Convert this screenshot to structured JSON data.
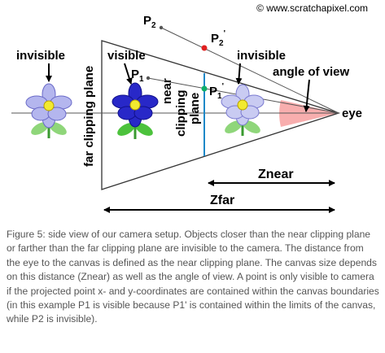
{
  "copyright": "© www.scratchapixel.com",
  "labels": {
    "p2": "P",
    "p2_sub": "2",
    "p2_prime": "P",
    "p2_prime_sub": "2",
    "p2_prime_mark": "'",
    "p1": "P",
    "p1_sub": "1",
    "p1_prime": "P",
    "p1_prime_sub": "1",
    "p1_prime_mark": "'",
    "invisible_left": "invisible",
    "visible": "visible",
    "invisible_right": "invisible",
    "angle_of_view": "angle of view",
    "eye": "eye",
    "far_clipping_plane": "far clipping plane",
    "near_clipping_plane_line1": "near",
    "near_clipping_plane_line2": "clipping",
    "near_clipping_plane_line3": "plane",
    "znear": "Znear",
    "zfar": "Zfar"
  },
  "colors": {
    "frustum_stroke": "#333333",
    "near_plane": "#1e88c8",
    "angle_fill": "#f7a0a0",
    "point_marker": "#e02020",
    "petal_light": "#b4b6ee",
    "petal_dark": "#2828c8",
    "petal_pale": "#c9cbf2",
    "flower_center": "#f2ea30",
    "leaf": "#8fd67a",
    "stem": "#3a9a30"
  },
  "caption": "Figure 5: side view of our camera setup. Objects closer than the near clipping plane or farther than the far clipping plane are invisible to the camera. The distance from the eye to the canvas is defined as the near clipping plane. The canvas size depends on this distance (Znear) as well as the angle of view. A point is only visible to camera if the projected point x- and y-coordinates are contained within the canvas boundaries (in this example P1 is visible because P1' is contained within the limits of the canvas, while P2 is invisible)."
}
